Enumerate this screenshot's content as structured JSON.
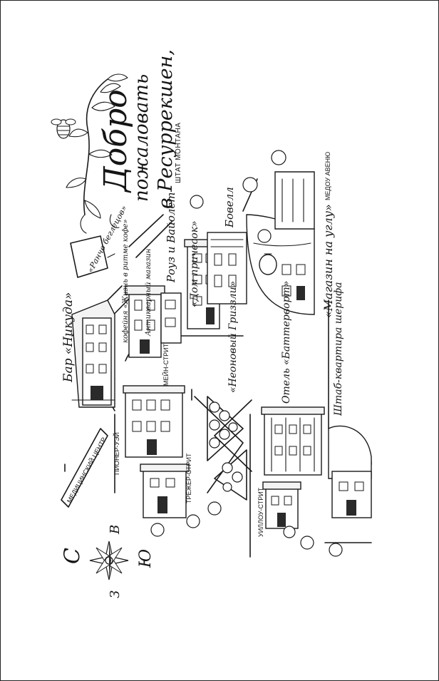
{
  "title": {
    "line1": "Добро",
    "line2": "пожаловать",
    "line3": "в Ресуррекшен,",
    "state": "ШТАТ МОНТАНА"
  },
  "streets": {
    "main": "МЕЙН-СТРИТ",
    "pioneer": "ПИОНЕР-УЭЙ",
    "treasure": "ТРЕЖЕР-СТРИТ",
    "willow": "УИЛЛОУ-СТРИТ",
    "meadow": "МЕДОУ АВЕНЮ"
  },
  "places": {
    "ranch": "«Ранчо беглецов»",
    "bar": "Бар «Никуда»",
    "cafe": "кофейня «Жизнь в ритме кофе»",
    "antique": "Антикварный магазин",
    "rose_violet": "Роуз и Вайолет",
    "hair_house": "«Дом причесок»",
    "bowel": "Бовелл",
    "neon": "«Неоновый Гриззли»",
    "hotel": "Отель «Баттерворт»",
    "sheriff": "Штаб-квартира шерифа",
    "corner_store": "«Магазин на углу»",
    "medical": "МЕДИЦИНСКИЙ ЦЕНТР"
  },
  "compass": {
    "north": "С",
    "south": "Ю",
    "east": "В",
    "west": "З"
  }
}
